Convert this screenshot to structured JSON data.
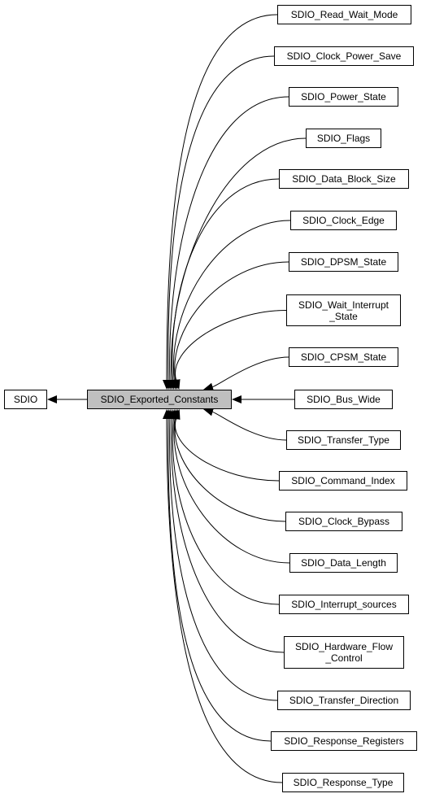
{
  "graph": {
    "root": "SDIO",
    "center": "SDIO_Exported_Constants",
    "children": [
      "SDIO_Read_Wait_Mode",
      "SDIO_Clock_Power_Save",
      "SDIO_Power_State",
      "SDIO_Flags",
      "SDIO_Data_Block_Size",
      "SDIO_Clock_Edge",
      "SDIO_DPSM_State",
      "SDIO_Wait_Interrupt\n_State",
      "SDIO_CPSM_State",
      "SDIO_Bus_Wide",
      "SDIO_Transfer_Type",
      "SDIO_Command_Index",
      "SDIO_Clock_Bypass",
      "SDIO_Data_Length",
      "SDIO_Interrupt_sources",
      "SDIO_Hardware_Flow\n_Control",
      "SDIO_Transfer_Direction",
      "SDIO_Response_Registers",
      "SDIO_Response_Type"
    ]
  },
  "colors": {
    "center_fill": "#bfbfbf",
    "node_fill": "#ffffff",
    "border": "#000000",
    "edge": "#000000"
  }
}
